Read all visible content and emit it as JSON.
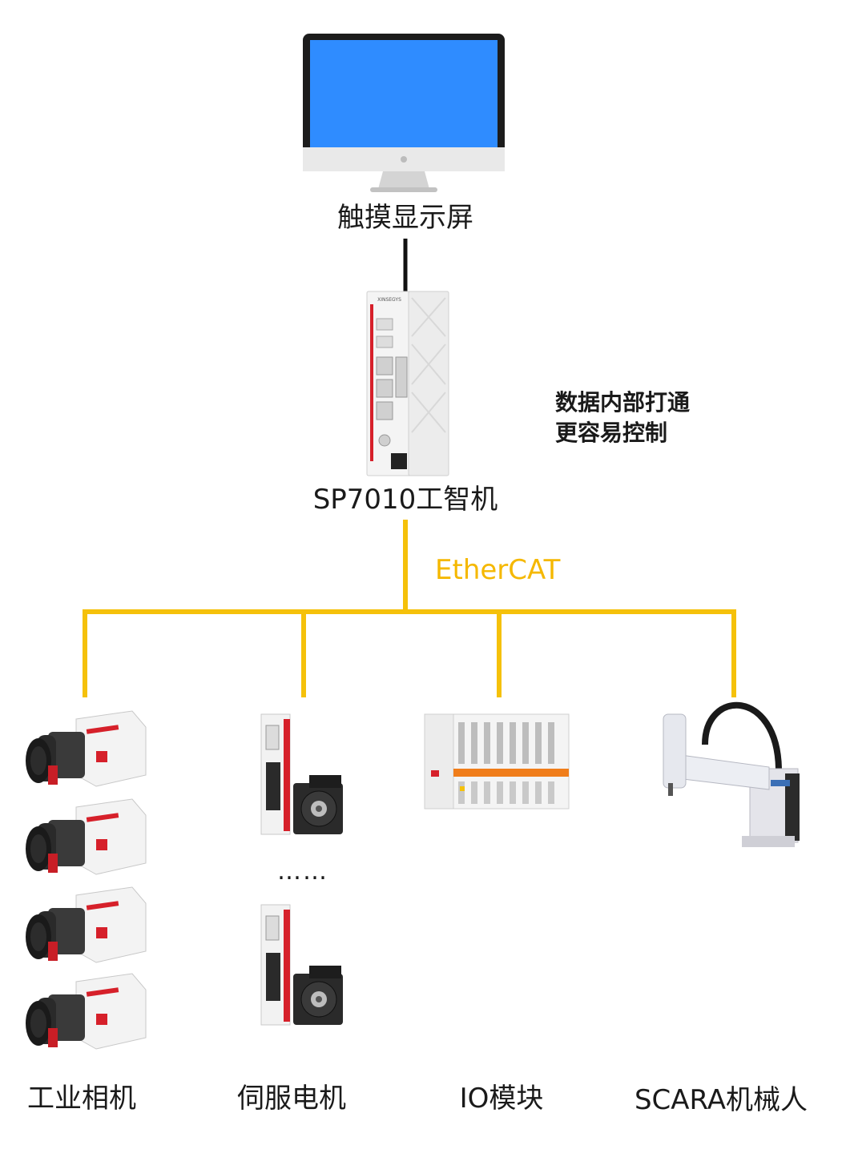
{
  "top": {
    "display_label": "触摸显示屏",
    "controller_label": "SP7010工智机",
    "controller_brand": "XINSEGYS"
  },
  "note": {
    "line1": "数据内部打通",
    "line2": "更容易控制"
  },
  "bus": {
    "label": "EtherCAT"
  },
  "devices": {
    "camera_label": "工业相机",
    "servo_label": "伺服电机",
    "io_label": "IO模块",
    "scara_label": "SCARA机械人",
    "ellipsis": "……"
  },
  "colors": {
    "bus_line": "#f5c10a",
    "bus_text": "#f5b800",
    "screen": "#2f8cff",
    "cable": "#111111",
    "accent_red": "#d6202a"
  },
  "icons": [
    "monitor-icon",
    "controller-icon",
    "camera-icon",
    "servo-drive-icon",
    "servo-motor-icon",
    "io-module-icon",
    "scara-robot-icon"
  ]
}
